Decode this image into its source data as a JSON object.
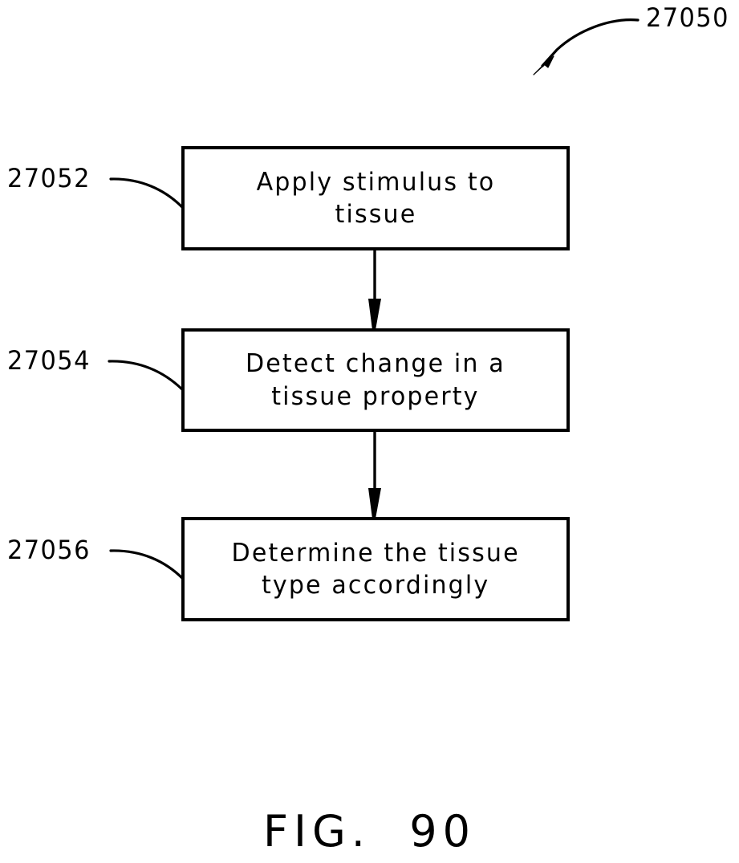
{
  "figure": {
    "caption": "FIG.  90",
    "overall_ref": "27050",
    "type": "process-flowchart"
  },
  "steps": [
    {
      "ref": "27052",
      "text": "Apply stimulus to\ntissue",
      "line1": "Apply stimulus to",
      "line2": "tissue"
    },
    {
      "ref": "27054",
      "text": "Detect change in a\ntissue property",
      "line1": "Detect change in a",
      "line2": "tissue property"
    },
    {
      "ref": "27056",
      "text": "Determine the tissue\ntype accordingly",
      "line1": "Determine the tissue",
      "line2": "type accordingly"
    }
  ],
  "connectors": [
    {
      "from": "27052",
      "to": "27054",
      "style": "arrow-down"
    },
    {
      "from": "27054",
      "to": "27056",
      "style": "arrow-down"
    }
  ],
  "colors": {
    "ink": "#000000",
    "paper": "#ffffff"
  }
}
